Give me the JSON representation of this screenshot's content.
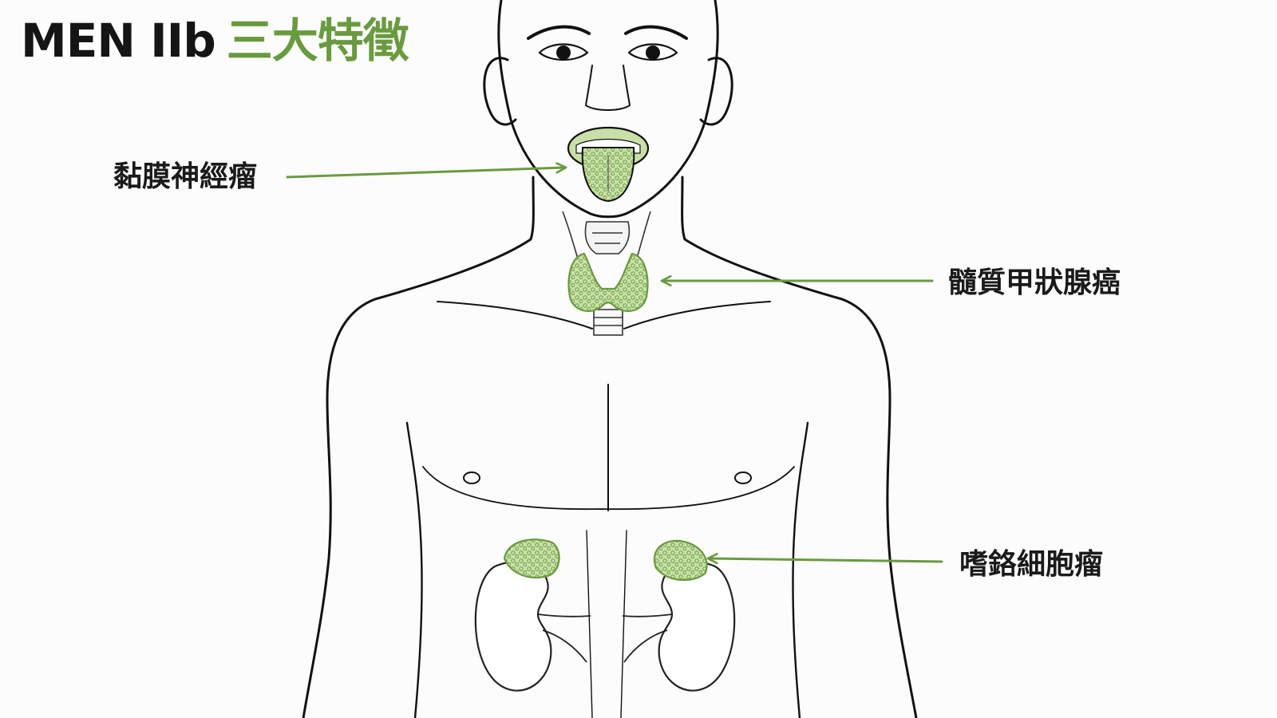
{
  "title": {
    "part1": "MEN IIb",
    "part2": "三大特徵"
  },
  "labels": [
    {
      "text": "黏膜神經瘤"
    },
    {
      "text": "髓質甲狀腺癌"
    },
    {
      "text": "嗜鉻細胞瘤"
    }
  ],
  "colors": {
    "accent": "#6a9a3f",
    "highlight": "#c8e0a8",
    "outline": "#111111",
    "background": "#fcfcfc"
  }
}
